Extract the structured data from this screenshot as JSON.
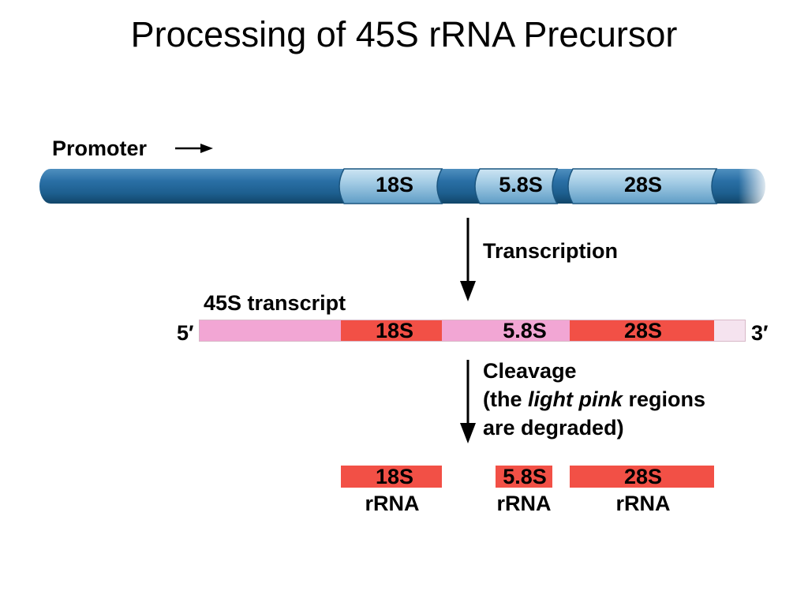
{
  "title": "Processing of 45S rRNA Precursor",
  "dna": {
    "promoter_label": "Promoter",
    "genes": [
      "18S",
      "5.8S",
      "28S"
    ],
    "colors": {
      "dark": "#1d5f8f",
      "light": "#8cbddb",
      "highlight": "#c5e1f1"
    }
  },
  "steps": {
    "transcription": "Transcription",
    "cleavage_line1": "Cleavage",
    "cleavage_line2_a": "(the ",
    "cleavage_line2_em": "light pink",
    "cleavage_line2_b": " regions",
    "cleavage_line3": "are degraded)"
  },
  "transcript": {
    "label": "45S transcript",
    "five_prime": "5′",
    "three_prime": "3′",
    "genes": [
      "18S",
      "5.8S",
      "28S"
    ],
    "colors": {
      "rrna": "#f25046",
      "spacer": "#f2a6d4",
      "tail": "#f5e3ef"
    }
  },
  "products": {
    "genes": [
      "18S",
      "5.8S",
      "28S"
    ],
    "suffix": "rRNA"
  }
}
